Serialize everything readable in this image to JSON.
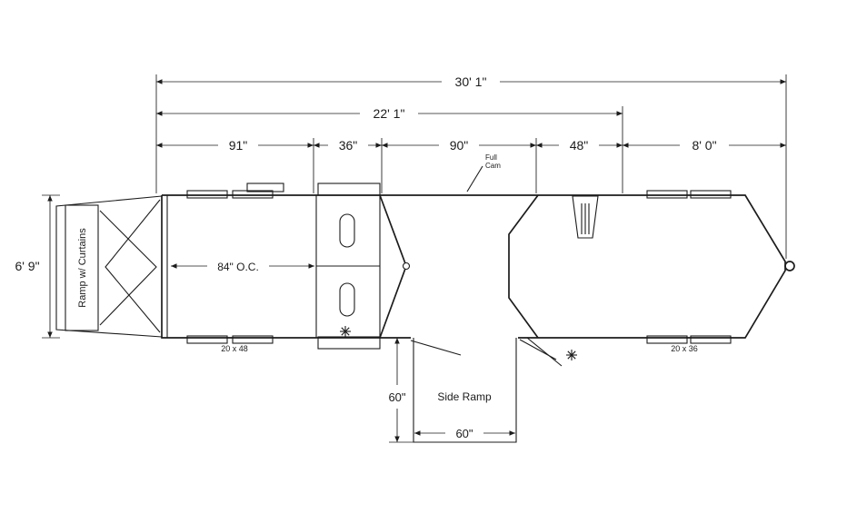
{
  "dimensions": {
    "overall_length": "30' 1\"",
    "floor_length": "22' 1\"",
    "rear_stall_area": "91\"",
    "manger_area": "36\"",
    "mid_area": "90\"",
    "front_area": "48\"",
    "nose_length": "8' 0\"",
    "interior_width": "6' 9\"",
    "stall_centers": "84\" O.C.",
    "side_ramp_height": "60\"",
    "side_ramp_width": "60\""
  },
  "labels": {
    "rear_ramp": "Ramp w/ Curtains",
    "side_ramp": "Side Ramp",
    "camera_line1": "Full",
    "camera_line2": "Cam",
    "size_rear": "20 x 48",
    "size_front": "20 x 36"
  },
  "colors": {
    "line": "#1c1c1c",
    "background": "#ffffff"
  }
}
